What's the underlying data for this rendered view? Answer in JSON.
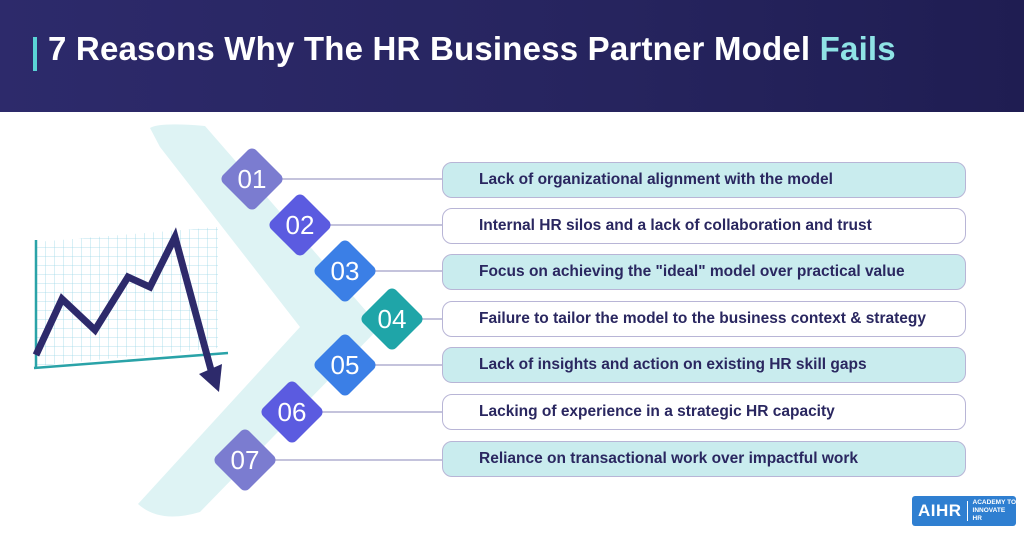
{
  "header": {
    "title_main": "7 Reasons Why The HR Business Partner Model ",
    "title_accent": "Fails"
  },
  "reasons": [
    {
      "number": "01",
      "text": "Lack of organizational alignment with the model"
    },
    {
      "number": "02",
      "text": "Internal HR silos and a lack of collaboration and trust"
    },
    {
      "number": "03",
      "text": "Focus on achieving the \"ideal\" model over practical value"
    },
    {
      "number": "04",
      "text": "Failure to tailor the model to the business context & strategy"
    },
    {
      "number": "05",
      "text": "Lack of insights and action on existing HR skill gaps"
    },
    {
      "number": "06",
      "text": "Lacking of experience in a strategic HR capacity"
    },
    {
      "number": "07",
      "text": "Reliance on transactional work over impactful work"
    }
  ],
  "logo": {
    "main": "AIHR",
    "sub": "ACADEMY TO INNOVATE HR"
  },
  "colors": {
    "header_bg": "#26245e",
    "accent": "#8fe3e6",
    "diamond_01": "#7b7cd0",
    "diamond_02": "#5b5be0",
    "diamond_03": "#3b7fe6",
    "diamond_04": "#1fa5a8",
    "diamond_05": "#3b7fe6",
    "diamond_06": "#5b5be0",
    "diamond_07": "#7b7cd0"
  }
}
